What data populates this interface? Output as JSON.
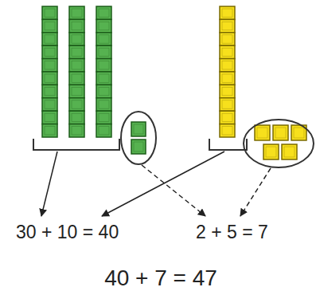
{
  "diagram": {
    "labels": [
      "30 + 10 = 40",
      "2 + 5 = 7",
      "40 + 7 = 47"
    ]
  }
}
